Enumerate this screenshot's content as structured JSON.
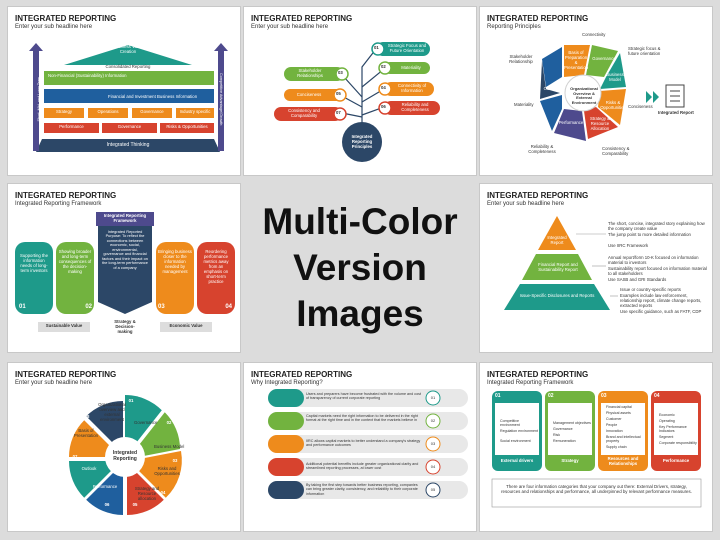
{
  "colors": {
    "teal": "#1e9a8a",
    "green": "#72b33f",
    "orange": "#ee8b1c",
    "red": "#d7432e",
    "blue": "#1f5f9e",
    "navy": "#2c4767",
    "purple": "#4e4a8d",
    "gray": "#5a6470"
  },
  "center": {
    "line1": "Multi-Color",
    "line2": "Version Images"
  },
  "slide1": {
    "title": "INTEGRATED REPORTING",
    "subtitle": "Enter your sub headline here",
    "roof": "Business Value Creation",
    "consolidated": "Consolidated Reporting",
    "nonfin": "Non-Financial (Sustainability) Information",
    "financial": "Financial and Investment Business Information",
    "pillars": [
      "Strategy",
      "Operations",
      "Governance",
      "Industry specific"
    ],
    "row3": [
      "Performance",
      "Governance",
      "Risks & Opportunities"
    ],
    "base": "Integrated Thinking",
    "left_axis": "Short, Mid, and Long Term",
    "right_axis": "Competitive Advantage/Growth"
  },
  "slide2": {
    "title": "INTEGRATED REPORTING",
    "subtitle": "Enter your sub headline here",
    "center": "Integrated Reporting Principles",
    "items": [
      {
        "num": "01",
        "label": "Strategic Focus and Future Orientation"
      },
      {
        "num": "02",
        "label": "Materiality"
      },
      {
        "num": "03",
        "label": "Stakeholder Relationships"
      },
      {
        "num": "04",
        "label": "Connectivity of Information"
      },
      {
        "num": "05",
        "label": "Conciseness"
      },
      {
        "num": "06",
        "label": "Reliability and Completeness"
      },
      {
        "num": "07",
        "label": "Consistency and Comparability"
      }
    ]
  },
  "slide3": {
    "title": "INTEGRATED REPORTING",
    "subtitle": "Reporting Principles",
    "hub": "Organizational Overview & External Environment",
    "segments": [
      "Basis of Preparation & Presentation",
      "Governance",
      "Business Model",
      "Risks & Opportunities",
      "Strategy & Resource Allocation",
      "Performance",
      "Outlook"
    ],
    "outer": [
      "Connectivity",
      "Strategic focus & future orientation",
      "Conciseness",
      "Consistency & Comparability",
      "Reliability & Completeness",
      "Materiality",
      "Stakeholder Relationship"
    ],
    "report_label": "Integrated Report"
  },
  "slide4": {
    "title": "INTEGRATED REPORTING",
    "subtitle": "Integrated Reporting Framework",
    "header": "Integrated Reporting Framework",
    "center_text": "Integrated Reported Purpose: To reflect the connections between economic, social, environmental, governance and financial factors and their impact on the long-term performance of a company",
    "cols": [
      {
        "num": "01",
        "text": "Supporting the information needs of long-term investors"
      },
      {
        "num": "02",
        "text": "Showing broader and long-term consequences of the decision-making"
      },
      {
        "num": "03",
        "text": "Bringing business closer to the information needed by management"
      },
      {
        "num": "04",
        "text": "Reordering performance metrics away from an emphasis on short-term practice"
      }
    ],
    "left_label": "Sustainable Value",
    "right_label": "Economic Value",
    "bottom": "Strategy & Decision-making"
  },
  "slide6": {
    "title": "INTEGRATED REPORTING",
    "subtitle": "Enter your sub headline here",
    "levels": [
      "Integrated Report",
      "Financial Report and Sustainability Report",
      "Issue-Specific Disclosures and Reports"
    ],
    "bullets": [
      [
        "The short, concise, integrated story explaining how the company create value",
        "The jump point to more detailed information",
        "Use IIRC Framework"
      ],
      [
        "Annual report/form 10-K focused on information material to investors",
        "Sustainability report focused on information material to all stakeholders",
        "Use SASB and GRI Standards"
      ],
      [
        "Issue or country-specific reports",
        "Examples include law enforcement, relationship report, climate change reports, extracted reports",
        "Use specific guidance, such as FATF, CDP"
      ]
    ]
  },
  "slide7": {
    "title": "INTEGRATED REPORTING",
    "subtitle": "Enter your sub headline here",
    "center": "Integrated Reporting",
    "segments": [
      {
        "num": "01",
        "label": "Organizational overview and external environment"
      },
      {
        "num": "02",
        "label": "Governance"
      },
      {
        "num": "03",
        "label": "Business Model"
      },
      {
        "num": "04",
        "label": "Risks and Opportunities"
      },
      {
        "num": "05",
        "label": "Strategy and Resource allocation"
      },
      {
        "num": "06",
        "label": "Performance"
      },
      {
        "num": "07",
        "label": "Outlook"
      },
      {
        "num": "08",
        "label": "Basis of Presentation"
      }
    ]
  },
  "slide8": {
    "title": "INTEGRATED REPORTING",
    "subtitle": "Why Integrated Reporting?",
    "rows": [
      {
        "num": "01",
        "text": "Users and preparers have become frustrated with the volume and cost of transparency of current corporate reporting"
      },
      {
        "num": "02",
        "text": "Capital markets need the right information to be delivered in the right format at the right time and in the context that the markets believe in"
      },
      {
        "num": "03",
        "text": "IIRC allows capital markets to better understand a company's strategy and performance outcomes"
      },
      {
        "num": "04",
        "text": "Additional potential benefits include greater organizational clarity and streamlined reporting processes, at lower cost"
      },
      {
        "num": "05",
        "text": "By taking the first step towards better business reporting, companies can bring greater clarity, consistency, and reliability to their corporate information"
      }
    ]
  },
  "slide9": {
    "title": "INTEGRATED REPORTING",
    "subtitle": "Integrated Reporting Framework",
    "cols": [
      {
        "num": "01",
        "label": "External drivers",
        "items": [
          "Competitive environment",
          "Regulation environment",
          "Social environment"
        ]
      },
      {
        "num": "02",
        "label": "Strategy",
        "items": [
          "Management objectives",
          "Governance",
          "Risk",
          "Remuneration"
        ]
      },
      {
        "num": "03",
        "label": "Resources and Relationships",
        "items": [
          "Financial capital",
          "Physical assets",
          "Customer",
          "People",
          "Innovation",
          "Brand and intellectual property",
          "Supply chain"
        ]
      },
      {
        "num": "04",
        "label": "Performance",
        "items": [
          "Economic",
          "Operating",
          "Key Performance Indicators",
          "Segment",
          "Corporate responsibility"
        ]
      }
    ],
    "footer": "There are four information categories that your company out there: External Drivers, strategy, resources and relationships and performance, all underpinned by relevant performance measures."
  }
}
